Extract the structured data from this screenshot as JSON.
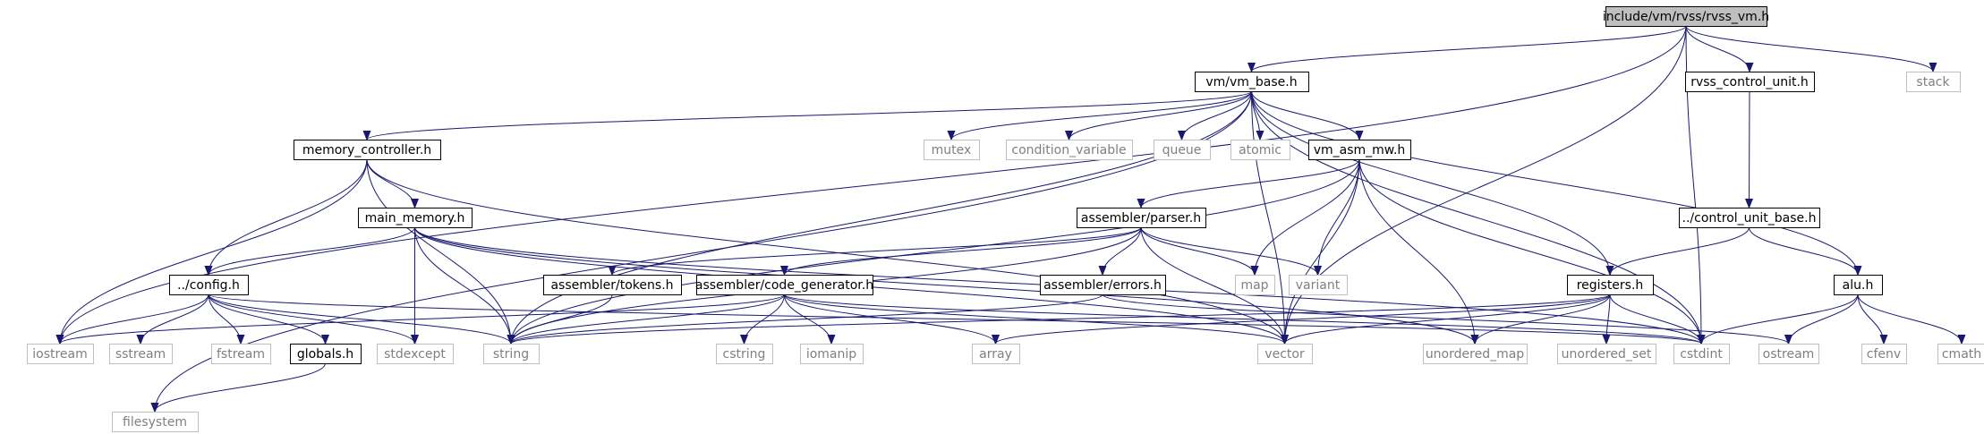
{
  "diagram": {
    "type": "include-dependency-graph",
    "colors": {
      "edge": "#191970",
      "root_fill": "#bfbfbf",
      "project_stroke": "#000000",
      "system_stroke": "#bfbfbf",
      "system_text": "#808080",
      "project_text": "#000000"
    },
    "nodes": [
      {
        "id": "root",
        "label": "include/vm/rvss/rvss_vm.h",
        "kind": "root"
      },
      {
        "id": "vm_base",
        "label": "vm/vm_base.h",
        "kind": "project"
      },
      {
        "id": "rvss_cu",
        "label": "rvss_control_unit.h",
        "kind": "project"
      },
      {
        "id": "stack",
        "label": "stack",
        "kind": "system"
      },
      {
        "id": "memctrl",
        "label": "memory_controller.h",
        "kind": "project"
      },
      {
        "id": "mutex",
        "label": "mutex",
        "kind": "system"
      },
      {
        "id": "condvar",
        "label": "condition_variable",
        "kind": "system"
      },
      {
        "id": "queue",
        "label": "queue",
        "kind": "system"
      },
      {
        "id": "atomic",
        "label": "atomic",
        "kind": "system"
      },
      {
        "id": "vm_asm",
        "label": "vm_asm_mw.h",
        "kind": "project"
      },
      {
        "id": "main_mem",
        "label": "main_memory.h",
        "kind": "project"
      },
      {
        "id": "parser",
        "label": "assembler/parser.h",
        "kind": "project"
      },
      {
        "id": "cu_base",
        "label": "../control_unit_base.h",
        "kind": "project"
      },
      {
        "id": "config",
        "label": "../config.h",
        "kind": "project"
      },
      {
        "id": "tokens",
        "label": "assembler/tokens.h",
        "kind": "project"
      },
      {
        "id": "codegen",
        "label": "assembler/code_generator.h",
        "kind": "project"
      },
      {
        "id": "errors",
        "label": "assembler/errors.h",
        "kind": "project"
      },
      {
        "id": "map",
        "label": "map",
        "kind": "system"
      },
      {
        "id": "variant",
        "label": "variant",
        "kind": "system"
      },
      {
        "id": "registers",
        "label": "registers.h",
        "kind": "project"
      },
      {
        "id": "alu",
        "label": "alu.h",
        "kind": "project"
      },
      {
        "id": "iostream",
        "label": "iostream",
        "kind": "system"
      },
      {
        "id": "sstream",
        "label": "sstream",
        "kind": "system"
      },
      {
        "id": "fstream",
        "label": "fstream",
        "kind": "system"
      },
      {
        "id": "globals",
        "label": "globals.h",
        "kind": "project"
      },
      {
        "id": "stdexcept",
        "label": "stdexcept",
        "kind": "system"
      },
      {
        "id": "string",
        "label": "string",
        "kind": "system"
      },
      {
        "id": "cstring",
        "label": "cstring",
        "kind": "system"
      },
      {
        "id": "iomanip",
        "label": "iomanip",
        "kind": "system"
      },
      {
        "id": "array",
        "label": "array",
        "kind": "system"
      },
      {
        "id": "vector",
        "label": "vector",
        "kind": "system"
      },
      {
        "id": "umap",
        "label": "unordered_map",
        "kind": "system"
      },
      {
        "id": "uset",
        "label": "unordered_set",
        "kind": "system"
      },
      {
        "id": "cstdint",
        "label": "cstdint",
        "kind": "system"
      },
      {
        "id": "ostream",
        "label": "ostream",
        "kind": "system"
      },
      {
        "id": "cfenv",
        "label": "cfenv",
        "kind": "system"
      },
      {
        "id": "cmath",
        "label": "cmath",
        "kind": "system"
      },
      {
        "id": "filesystem",
        "label": "filesystem",
        "kind": "system"
      }
    ]
  }
}
